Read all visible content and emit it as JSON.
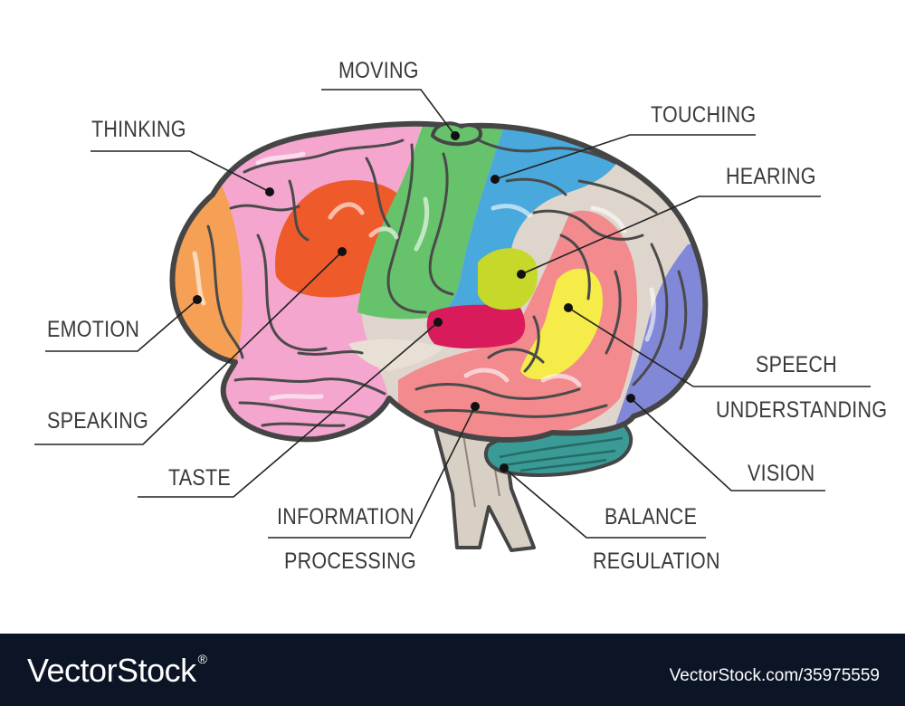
{
  "labels": {
    "moving": "MOVING",
    "thinking": "THINKING",
    "touching": "TOUCHING",
    "hearing": "HEARING",
    "emotion": "EMOTION",
    "speaking": "SPEAKING",
    "taste": "TASTE",
    "information_1": "INFORMATION",
    "information_2": "PROCESSING",
    "speech_1": "SPEECH",
    "speech_2": "UNDERSTANDING",
    "vision": "VISION",
    "balance_1": "BALANCE",
    "balance_2": "REGULATION"
  },
  "footer": {
    "brand": "VectorStock",
    "registered": "®",
    "image_ref": "VectorStock.com/35975559"
  },
  "colors": {
    "outline": "#454545",
    "frontal": "#f4a6cf",
    "prefrontal": "#f6a055",
    "broca": "#ef5a2a",
    "motor": "#66c26b",
    "sensory": "#4aa9dc",
    "parietal": "#ded6cc",
    "temporal": "#f28a8e",
    "auditory": "#c6d92a",
    "wernicke": "#f5ec4a",
    "gustatory": "#d91b5c",
    "occipital": "#8288d8",
    "cerebellum": "#3a9a95",
    "brainstem": "#d9d0c5",
    "footer_bg": "#0b1526"
  }
}
